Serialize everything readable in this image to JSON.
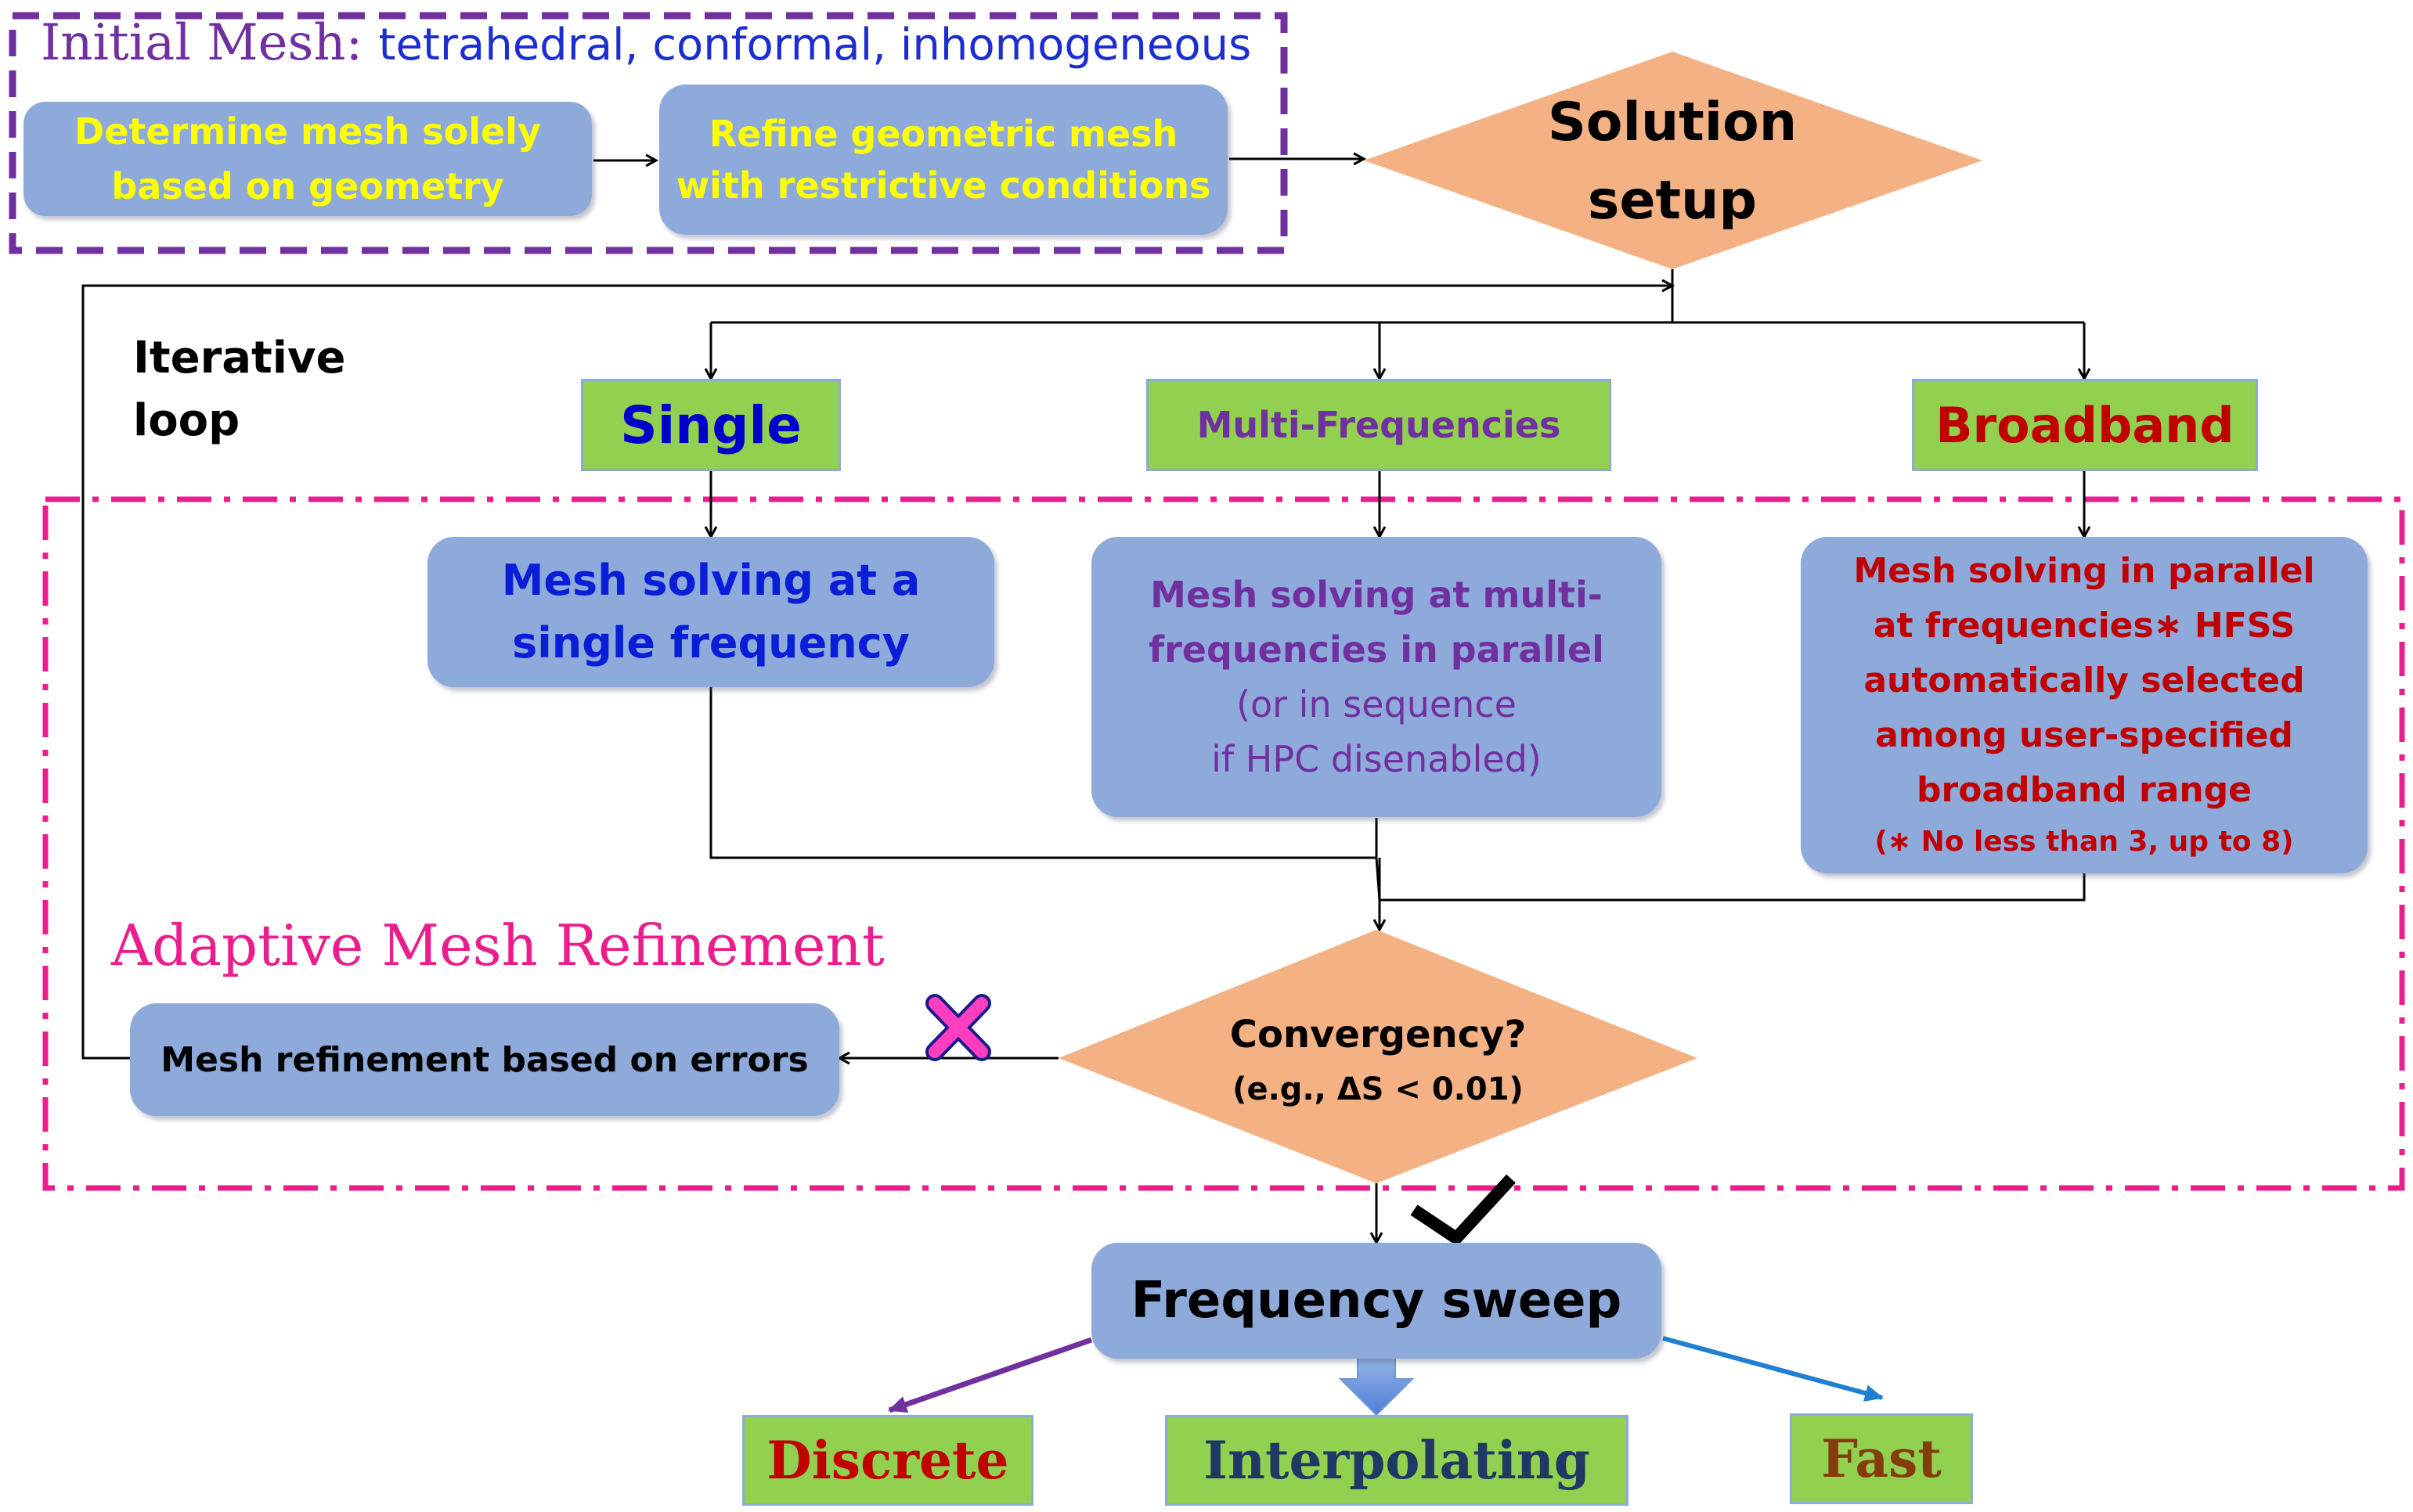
{
  "initial_mesh": {
    "label": "Initial Mesh:",
    "description": "tetrahedral, conformal, inhomogeneous",
    "step1": [
      "Determine mesh solely",
      "based on geometry"
    ],
    "step2": [
      "Refine geometric mesh",
      "with restrictive conditions"
    ]
  },
  "solution_setup": [
    "Solution",
    "setup"
  ],
  "iterative_loop": [
    "Iterative",
    "loop"
  ],
  "modes": {
    "single": "Single",
    "multi": "Multi-Frequencies",
    "broadband": "Broadband"
  },
  "solving": {
    "single": [
      "Mesh solving at a",
      "single frequency"
    ],
    "multi": [
      "Mesh solving at multi-",
      "frequencies in parallel"
    ],
    "multi_note": [
      "(or in sequence",
      "if HPC disenabled)"
    ],
    "broadband": [
      "Mesh solving in parallel",
      "at frequencies∗ HFSS",
      "automatically selected",
      "among user-specified",
      "broadband range"
    ],
    "broadband_note": "(∗ No less than 3, up to 8)"
  },
  "adaptive_label": "Adaptive Mesh Refinement",
  "refinement": "Mesh refinement based on errors",
  "convergency": {
    "question": "Convergency?",
    "example": "(e.g., ΔS < 0.01)"
  },
  "frequency_sweep": "Frequency sweep",
  "sweep_types": {
    "discrete": "Discrete",
    "interpolating": "Interpolating",
    "fast": "Fast"
  },
  "icons": {
    "fail": "x-mark-icon",
    "pass": "check-mark-icon"
  },
  "colors": {
    "box_blue": "#8eaadb",
    "diamond_orange": "#f4b183",
    "green": "#92d050",
    "purple": "#7030a0",
    "magenta": "#e91e8c",
    "yellow_text": "#ffff00",
    "blue_text": "#0000cc",
    "red_text": "#c00000"
  }
}
